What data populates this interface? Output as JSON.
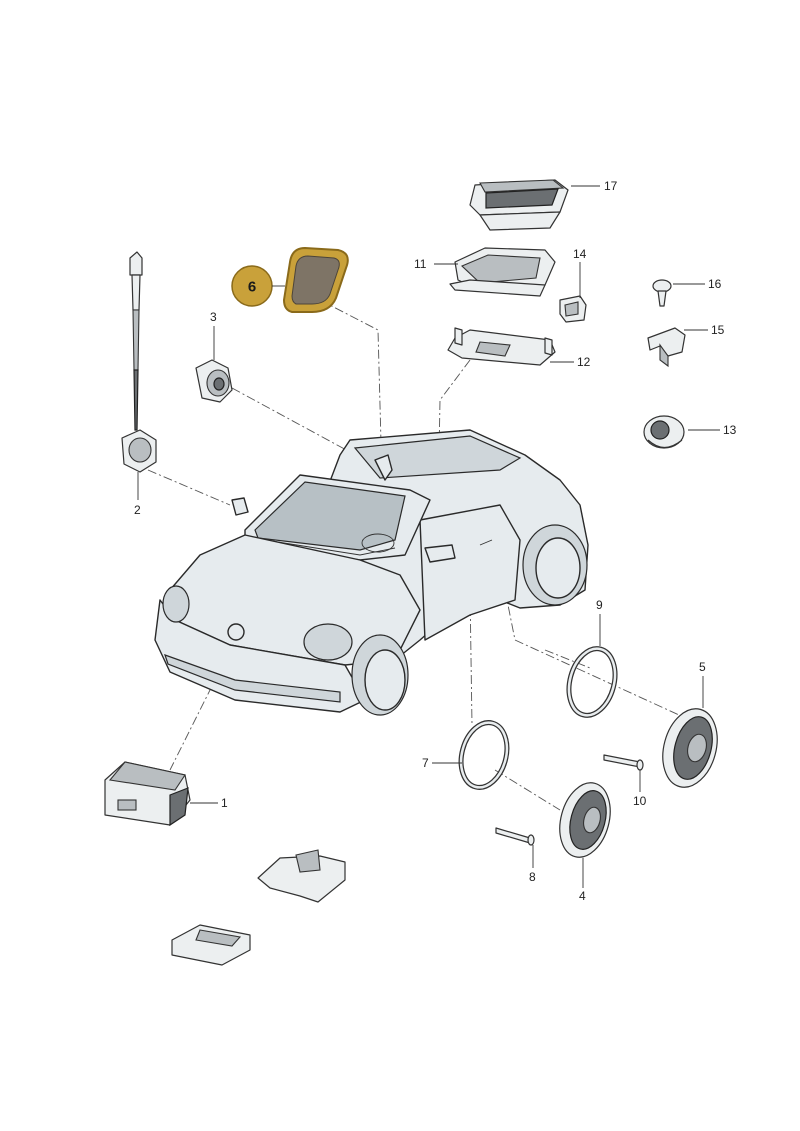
{
  "highlight": {
    "part_number": "6",
    "fill_color": "#c9a13a",
    "stroke_color": "#8a6a1a"
  },
  "labels": [
    "1",
    "2",
    "3",
    "4",
    "5",
    "7",
    "8",
    "9",
    "10",
    "11",
    "12",
    "13",
    "14",
    "15",
    "16",
    "17"
  ],
  "colors": {
    "line": "#333333",
    "part_fill": "#eceff0",
    "background": "#ffffff"
  }
}
